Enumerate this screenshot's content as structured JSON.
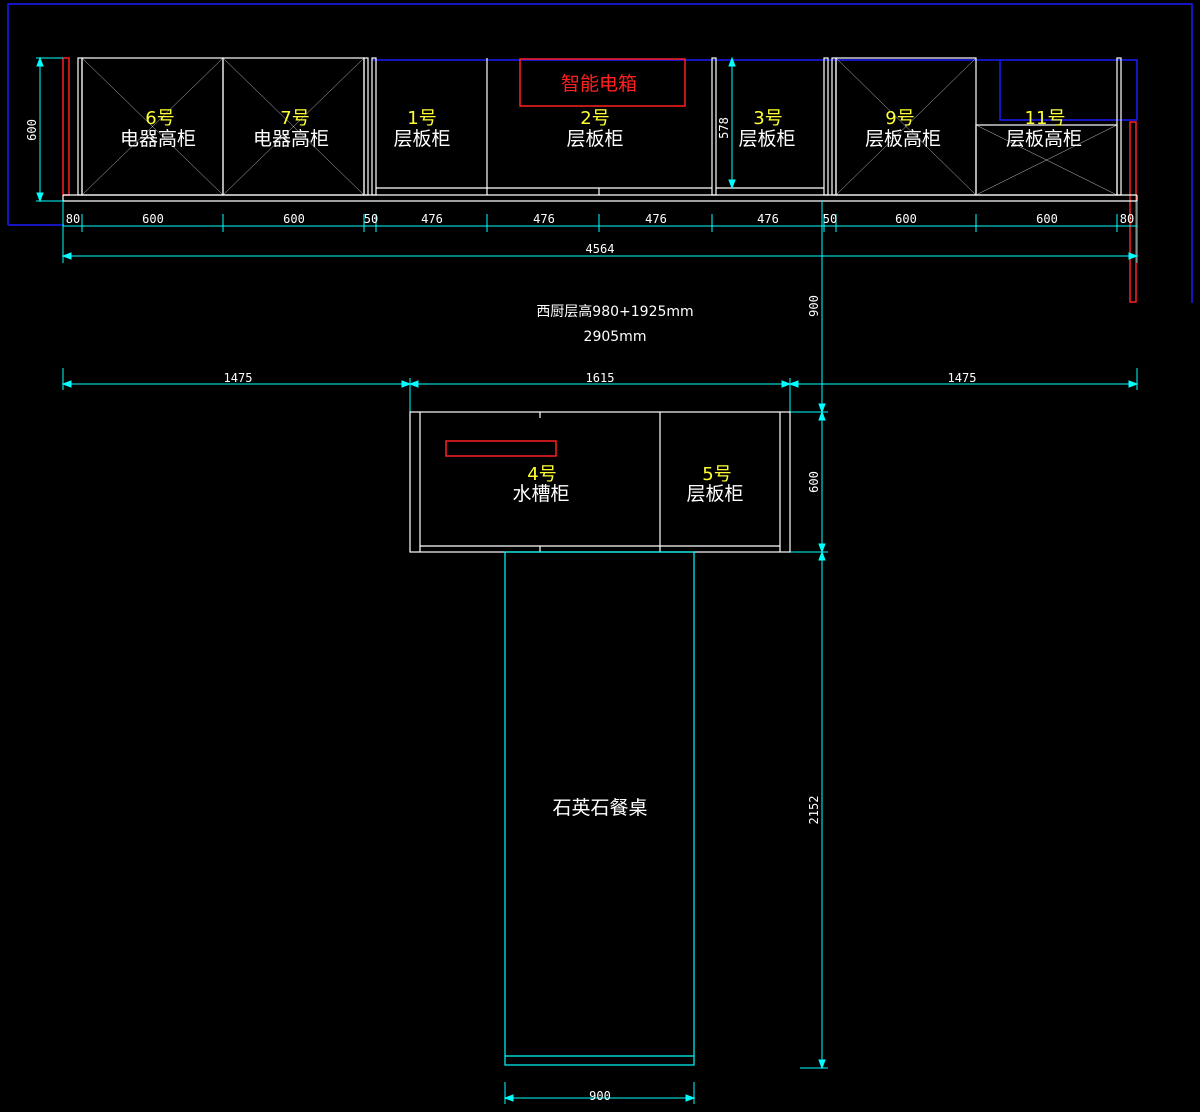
{
  "colors": {
    "background": "#000000",
    "cabinet_line": "#ffffff",
    "dimension_line": "#00ffff",
    "label_number": "#ffff33",
    "label_text": "#ffffff",
    "highlight": "#ff2020",
    "wall_outline": "#1a1aff"
  },
  "cabinets": {
    "c6": {
      "number": "6号",
      "name": "电器高柜"
    },
    "c7": {
      "number": "7号",
      "name": "电器高柜"
    },
    "c1": {
      "number": "1号",
      "name": "层板柜"
    },
    "c2": {
      "number": "2号",
      "name": "层板柜"
    },
    "c3": {
      "number": "3号",
      "name": "层板柜"
    },
    "c9": {
      "number": "9号",
      "name": "层板高柜"
    },
    "c11": {
      "number": "11号",
      "name": "层板高柜"
    },
    "c4": {
      "number": "4号",
      "name": "水槽柜"
    },
    "c5": {
      "number": "5号",
      "name": "层板柜"
    }
  },
  "smart_box": "智能电箱",
  "dining_table": "石英石餐桌",
  "ceiling_note": {
    "line1": "西厨层高980+1925mm",
    "line2": "2905mm"
  },
  "dimensions": {
    "top_row": [
      "80",
      "600",
      "600",
      "50",
      "476",
      "476",
      "476",
      "476",
      "50",
      "600",
      "600",
      "80"
    ],
    "total_width": "4564",
    "left_depth": "600",
    "inner_height": "578",
    "aisle": "900",
    "island_left": "1475",
    "island_width": "1615",
    "island_right": "1475",
    "island_depth": "600",
    "table_length": "2152",
    "table_width": "900"
  }
}
